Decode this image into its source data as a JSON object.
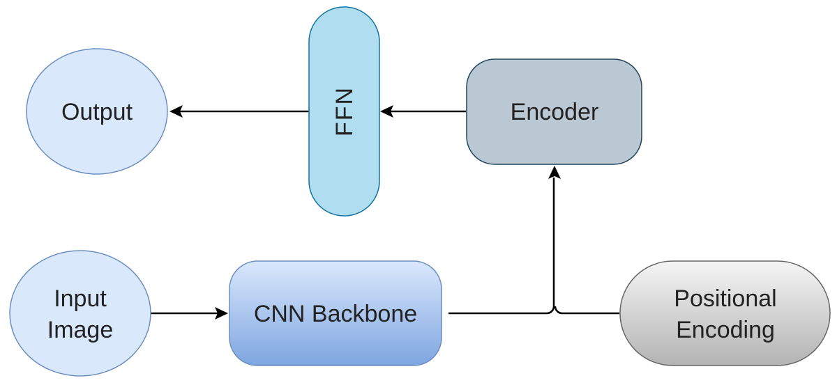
{
  "diagram": {
    "nodes": {
      "output": {
        "label": "Output"
      },
      "ffn": {
        "label": "FFN"
      },
      "encoder": {
        "label": "Encoder"
      },
      "input_image": {
        "label_line1": "Input",
        "label_line2": "Image"
      },
      "cnn_backbone": {
        "label": "CNN Backbone"
      },
      "positional_encoding": {
        "label_line1": "Positional",
        "label_line2": "Encoding"
      }
    },
    "edges": [
      {
        "from": "Input Image",
        "to": "CNN Backbone"
      },
      {
        "from": "CNN Backbone",
        "to": "Encoder"
      },
      {
        "from": "Positional Encoding",
        "to": "Encoder"
      },
      {
        "from": "Encoder",
        "to": "FFN"
      },
      {
        "from": "FFN",
        "to": "Output"
      }
    ],
    "colors": {
      "ellipse_fill": "#dae8fc",
      "ellipse_stroke": "#6c8ebf",
      "ffn_fill": "#b1ddf0",
      "ffn_stroke": "#10739e",
      "encoder_fill": "#bac8d3",
      "encoder_stroke": "#23445d",
      "cnn_gradient_top": "#dae8fc",
      "cnn_gradient_bottom": "#7ea6e0",
      "positional_gradient_top": "#f5f5f5",
      "positional_gradient_bottom": "#b3b3b3",
      "positional_stroke": "#666666",
      "edge": "#000000"
    }
  }
}
